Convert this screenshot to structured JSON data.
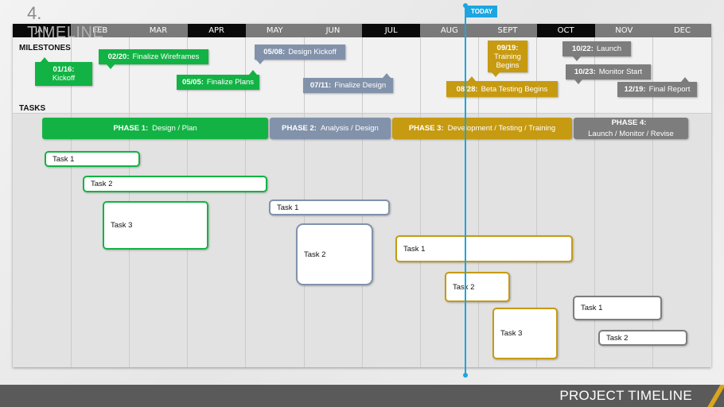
{
  "slide": {
    "number": "4.",
    "title": "TIMELINE",
    "footer_title": "PROJECT TIMELINE"
  },
  "months": [
    "JAN",
    "FEB",
    "MAR",
    "APR",
    "MAY",
    "JUN",
    "JUL",
    "AUG",
    "SEPT",
    "OCT",
    "NOV",
    "DEC"
  ],
  "sections": {
    "milestones": "MILESTONES",
    "tasks": "TASKS"
  },
  "today": {
    "label": "TODAY",
    "color": "#1ba6e0"
  },
  "colors": {
    "green": "#12b344",
    "blue_gray": "#8292ab",
    "gold": "#c69a11",
    "gray": "#7d7d7d"
  },
  "milestones": [
    {
      "date": "01/16:",
      "text": "Kickoff"
    },
    {
      "date": "02/20:",
      "text": "Finalize Wireframes"
    },
    {
      "date": "05/05:",
      "text": "Finalize Plans"
    },
    {
      "date": "05/08:",
      "text": "Design Kickoff"
    },
    {
      "date": "07/11:",
      "text": "Finalize Design"
    },
    {
      "date": "08/28:",
      "text": "Beta Testing Begins"
    },
    {
      "date": "09/19:",
      "text": "Training Begins"
    },
    {
      "date": "10/22:",
      "text": "Launch"
    },
    {
      "date": "10/23:",
      "text": "Monitor Start"
    },
    {
      "date": "12/19:",
      "text": "Final Report"
    }
  ],
  "phases": [
    {
      "label": "PHASE 1:",
      "text": "Design / Plan"
    },
    {
      "label": "PHASE 2:",
      "text": "Analysis / Design"
    },
    {
      "label": "PHASE 3:",
      "text": "Development / Testing / Training"
    },
    {
      "label": "PHASE 4:",
      "text": "Launch / Monitor / Revise"
    }
  ],
  "tasks": {
    "phase1": [
      "Task 1",
      "Task 2",
      "Task 3"
    ],
    "phase2": [
      "Task 1",
      "Task 2"
    ],
    "phase3": [
      "Task 1",
      "Task 2",
      "Task 3"
    ],
    "phase4": [
      "Task 1",
      "Task 2"
    ]
  }
}
